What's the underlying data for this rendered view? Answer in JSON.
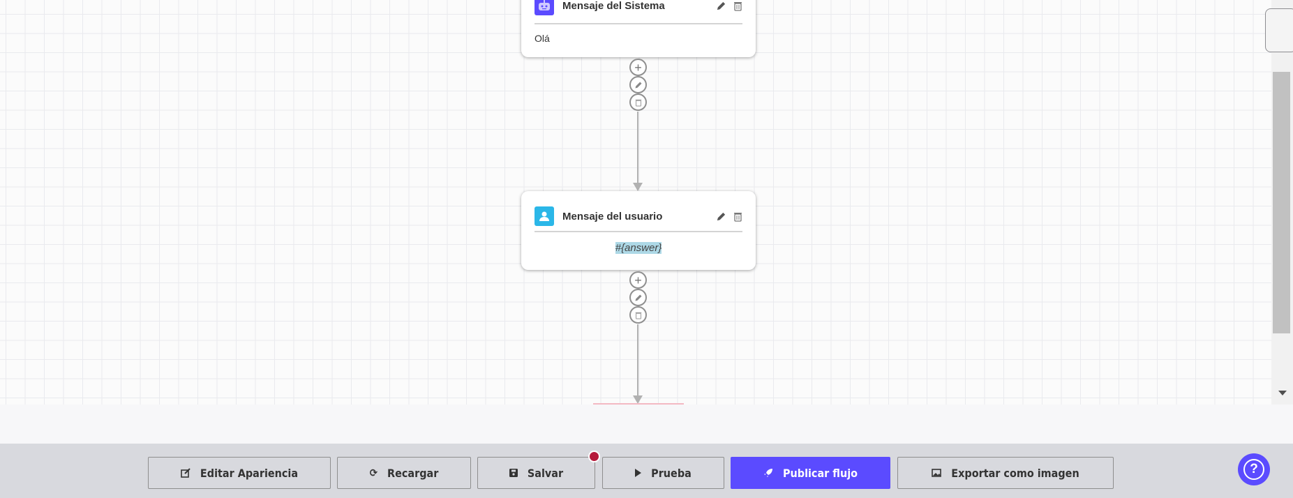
{
  "nodes": [
    {
      "type": "system",
      "title": "Mensaje del Sistema",
      "body": "Olá",
      "icon": "robot-icon",
      "color": "#5b4bff"
    },
    {
      "type": "user",
      "title": "Mensaje del usuario",
      "body": "#{answer}",
      "icon": "user-icon",
      "color": "#2bb7e8"
    }
  ],
  "toolbar": {
    "edit_appearance": "Editar Apariencia",
    "reload": "Recargar",
    "save": "Salvar",
    "test": "Prueba",
    "publish": "Publicar flujo",
    "export": "Exportar como imagen"
  },
  "colors": {
    "accent": "#5b4bff",
    "unsaved_badge": "#b5193a",
    "highlight": "#add8e6"
  }
}
